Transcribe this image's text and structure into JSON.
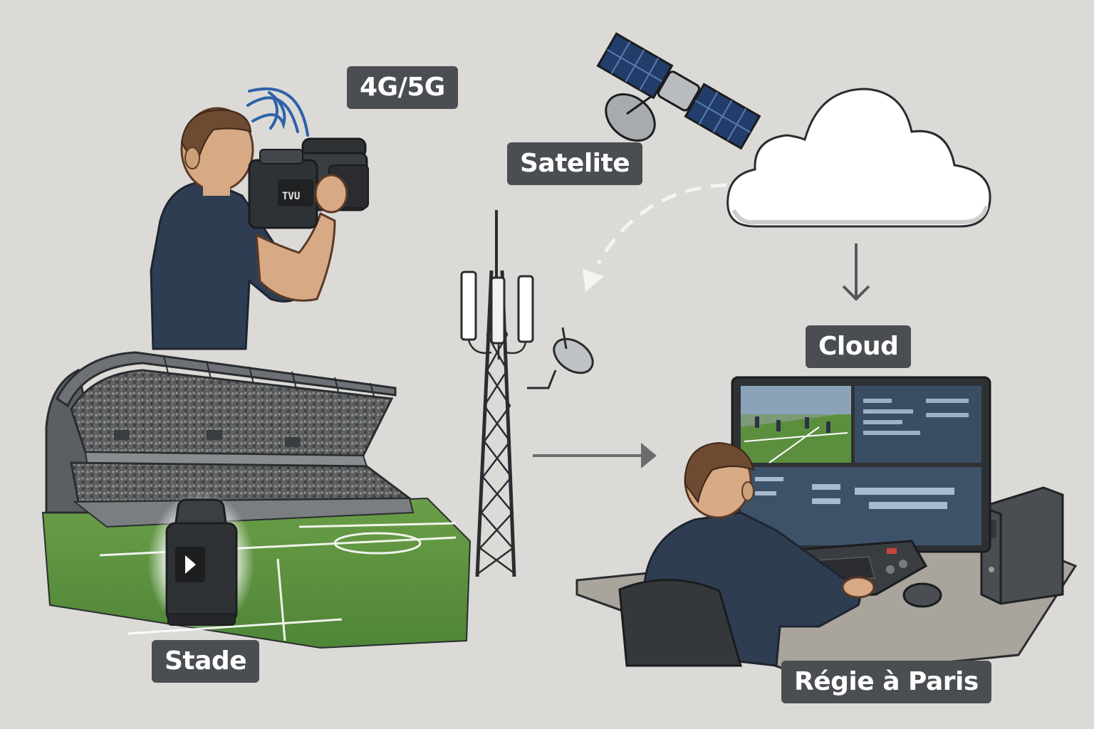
{
  "labels": {
    "network": "4G/5G",
    "satellite": "Satelite",
    "cloud": "Cloud",
    "stadium": "Stade",
    "control_room": "Régie à Paris"
  },
  "camera_brand": "TVU",
  "colors": {
    "background": "#dcdad7",
    "label_bg": "#4a4e52",
    "label_text": "#ffffff",
    "shirt": "#2f3d52",
    "pitch": "#5b8f3e",
    "cloud": "#ffffff",
    "outline": "#2a2d30"
  },
  "icons": [
    "wifi-signal-icon",
    "satellite-icon",
    "cloud-icon",
    "cell-tower-icon",
    "play-icon",
    "arrow-down-icon",
    "arrow-right-icon"
  ]
}
